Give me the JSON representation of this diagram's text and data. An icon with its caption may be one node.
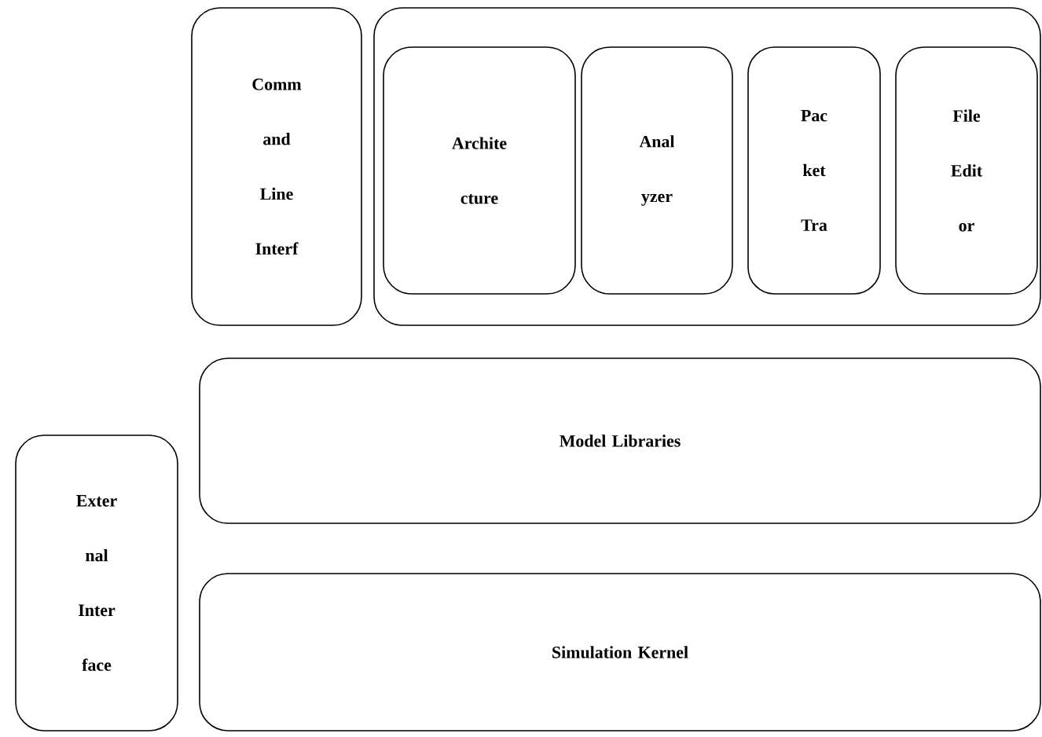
{
  "diagram": {
    "nodes": [
      {
        "text": [
          "Comm and Line Interf"
        ]
      },
      {
        "text": [],
        "shape": "box"
      },
      {
        "text": [
          "Archite cture"
        ],
        "in": 1
      },
      {
        "text": [
          "Anal yzer"
        ],
        "in": 1
      },
      {
        "text": [
          "Pac ket Tra"
        ],
        "in": 1
      },
      {
        "text": [
          "File Edit or"
        ],
        "in": 1
      },
      {
        "text": [
          "Model Libraries"
        ]
      },
      {
        "text": [
          "Exter nal Inter face"
        ]
      },
      {
        "text": [
          "Simulation Kernel"
        ]
      }
    ],
    "edges": []
  }
}
